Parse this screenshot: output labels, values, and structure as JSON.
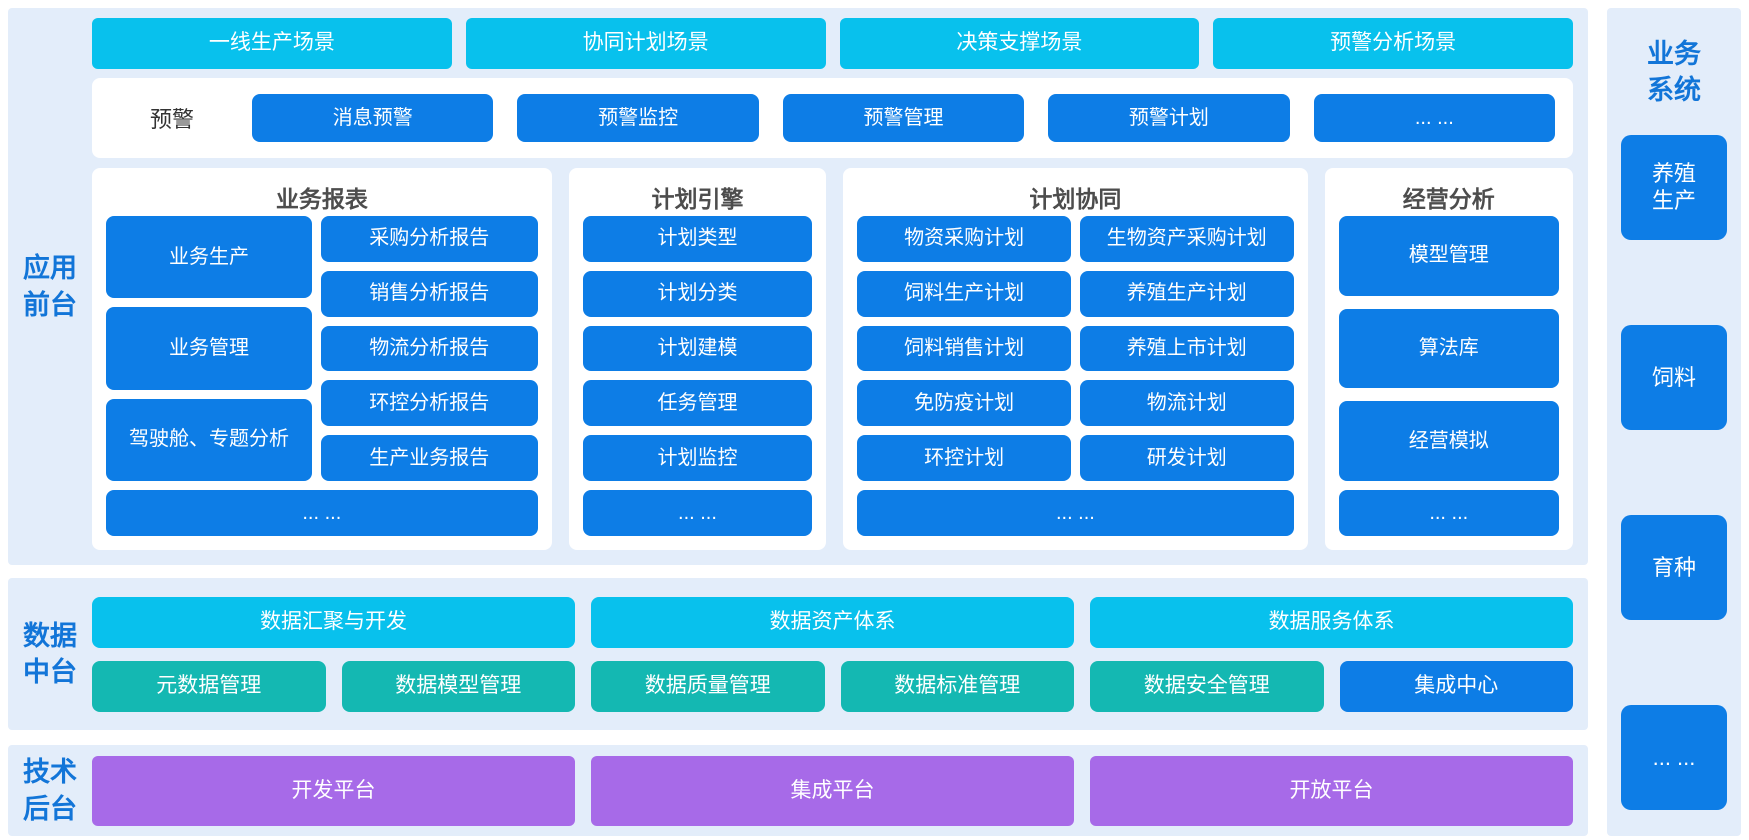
{
  "colors": {
    "section_bg": "#e3edfa",
    "cyan": "#08c1ed",
    "blue": "#0d7de6",
    "teal": "#14b8b2",
    "purple": "#a76ae8",
    "label_blue": "#1275d8",
    "panel_title_gray": "#4d4d4d"
  },
  "app_frontend": {
    "label": "应用前台",
    "scenarios": [
      "一线生产场景",
      "协同计划场景",
      "决策支撑场景",
      "预警分析场景"
    ],
    "warning": {
      "label": "预警",
      "items": [
        "消息预警",
        "预警监控",
        "预警管理",
        "预警计划",
        "... ..."
      ]
    },
    "panels": [
      {
        "title": "业务报表",
        "left_items": [
          "业务生产",
          "业务管理",
          "驾驶舱、专题分析"
        ],
        "right_items": [
          "采购分析报告",
          "销售分析报告",
          "物流分析报告",
          "环控分析报告",
          "生产业务报告"
        ],
        "more": "... ..."
      },
      {
        "title": "计划引擎",
        "items": [
          "计划类型",
          "计划分类",
          "计划建模",
          "任务管理",
          "计划监控"
        ],
        "more": "... ..."
      },
      {
        "title": "计划协同",
        "items": [
          "物资采购计划",
          "生物资产采购计划",
          "饲料生产计划",
          "养殖生产计划",
          "饲料销售计划",
          "养殖上市计划",
          "免防疫计划",
          "物流计划",
          "环控计划",
          "研发计划"
        ],
        "more": "... ..."
      },
      {
        "title": "经营分析",
        "items": [
          "模型管理",
          "算法库",
          "经营模拟"
        ],
        "more": "... ..."
      }
    ]
  },
  "data_platform": {
    "label": "数据中台",
    "primary": [
      "数据汇聚与开发",
      "数据资产体系",
      "数据服务体系"
    ],
    "secondary": [
      "元数据管理",
      "数据模型管理",
      "数据质量管理",
      "数据标准管理",
      "数据安全管理"
    ],
    "integration": "集成中心"
  },
  "tech_backend": {
    "label": "技术后台",
    "items": [
      "开发平台",
      "集成平台",
      "开放平台"
    ]
  },
  "business_systems": {
    "label": "业务系统",
    "items": [
      "养殖生产",
      "饲料",
      "育种",
      "... ..."
    ]
  }
}
